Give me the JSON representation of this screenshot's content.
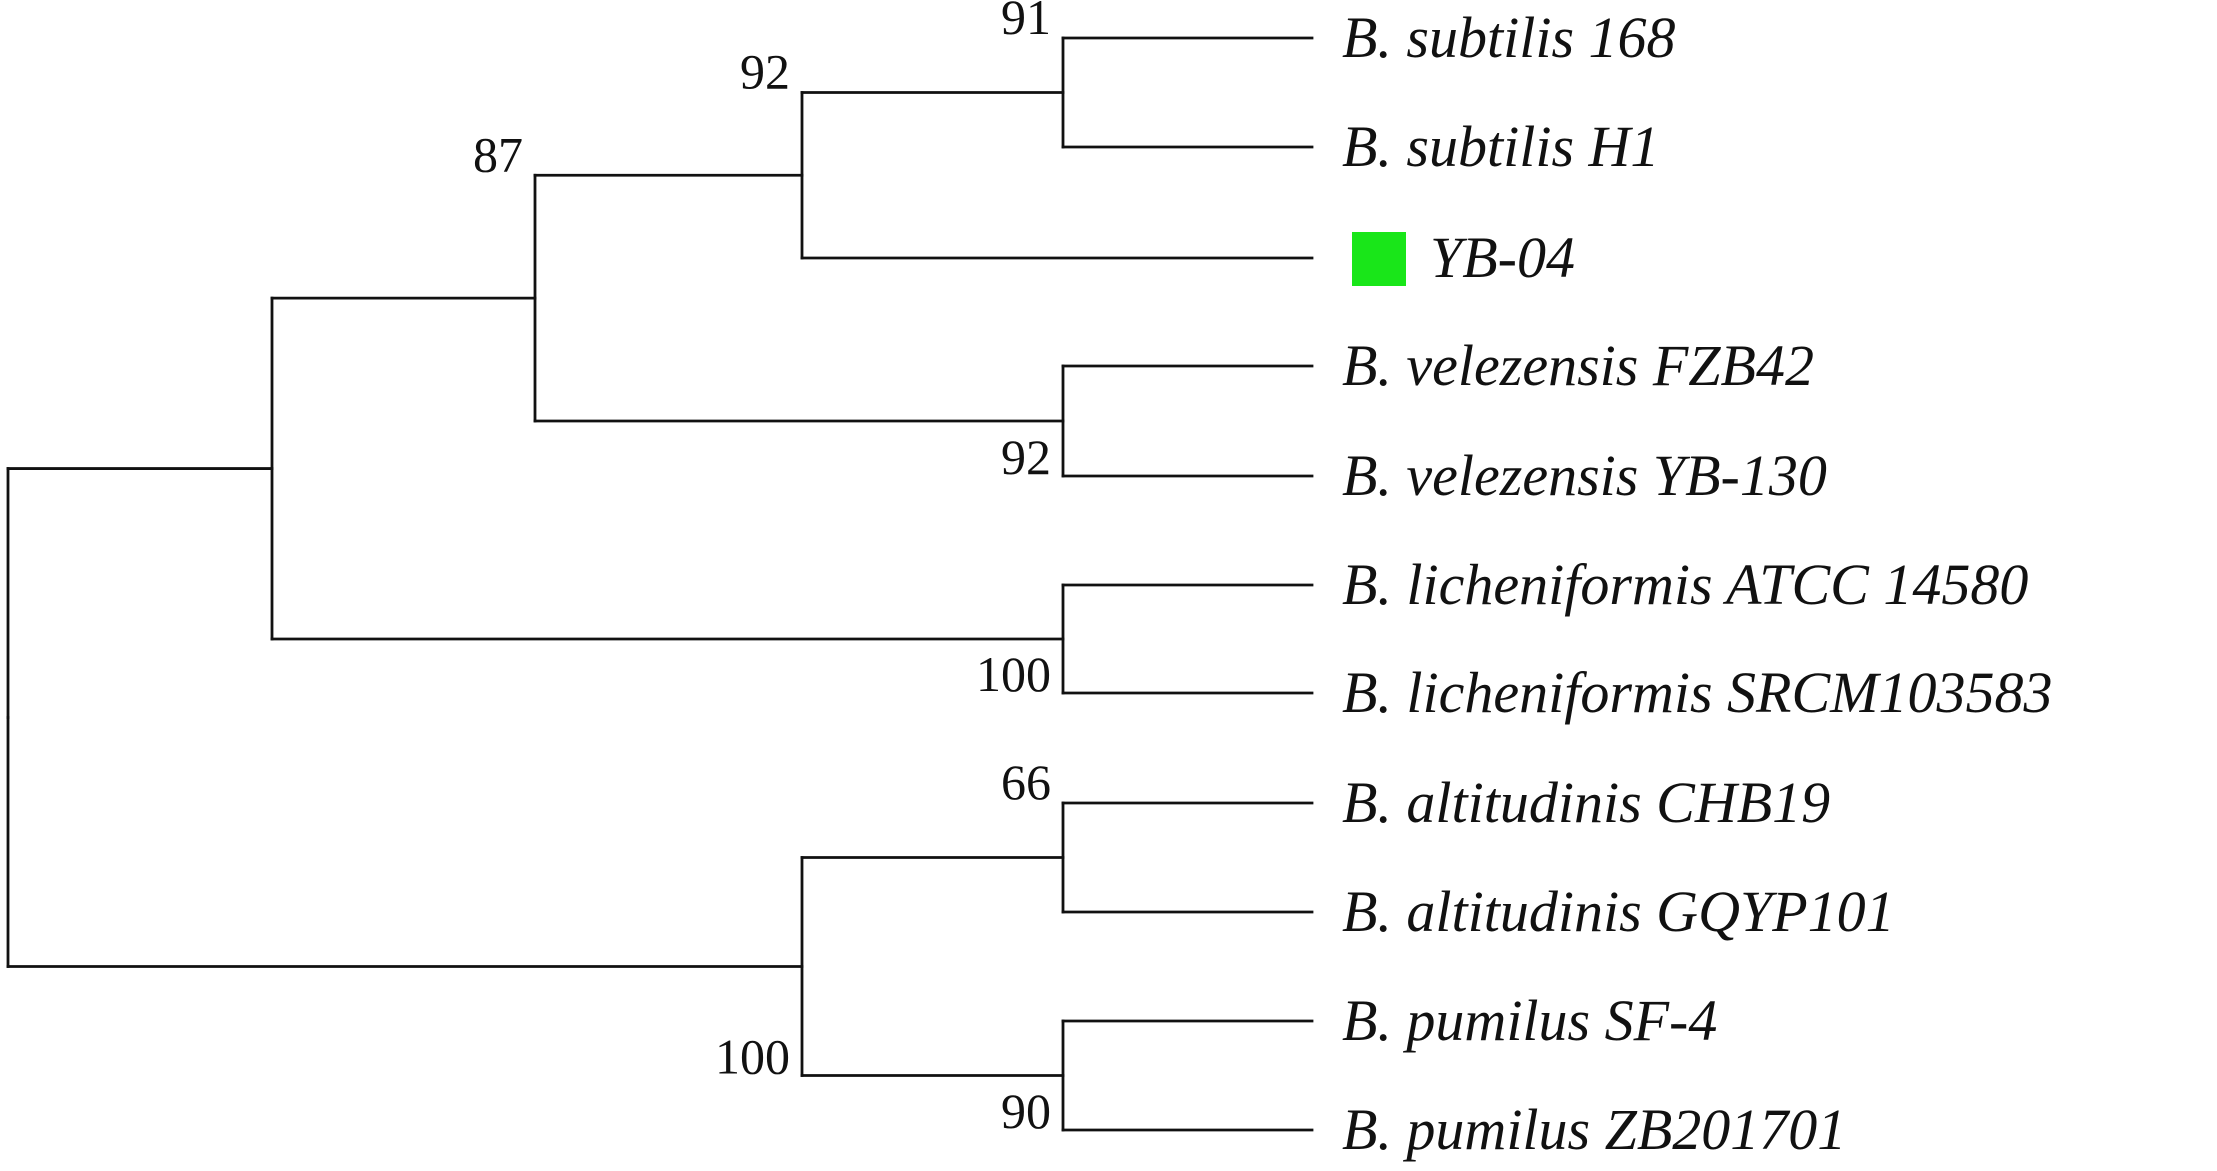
{
  "tree": {
    "marker_color": "#19e619",
    "leaves": [
      {
        "id": "subtilis168",
        "label": "B. subtilis 168"
      },
      {
        "id": "subtilisH1",
        "label": "B. subtilis H1"
      },
      {
        "id": "yb04",
        "label": "YB-04",
        "marker": "green-square"
      },
      {
        "id": "velezensisFZB42",
        "label": "B. velezensis FZB42"
      },
      {
        "id": "velezensisYB130",
        "label": "B. velezensis YB-130"
      },
      {
        "id": "licheniformisATCC",
        "label": "B. licheniformis ATCC 14580"
      },
      {
        "id": "licheniformisSRCM",
        "label": "B. licheniformis SRCM103583"
      },
      {
        "id": "altitudinisCHB19",
        "label": "B. altitudinis CHB19"
      },
      {
        "id": "altitudinisGQYP101",
        "label": "B. altitudinis GQYP101"
      },
      {
        "id": "pumilusSF4",
        "label": "B. pumilus SF-4"
      },
      {
        "id": "pumilusZB201701",
        "label": "B. pumilus ZB201701"
      }
    ],
    "clades": [
      {
        "id": "n_subtilis",
        "children": [
          "subtilis168",
          "subtilisH1"
        ],
        "support": "91"
      },
      {
        "id": "n_subtilis_yb04",
        "children": [
          "n_subtilis",
          "yb04"
        ],
        "support": "92"
      },
      {
        "id": "n_velezensis",
        "children": [
          "velezensisFZB42",
          "velezensisYB130"
        ],
        "support": "92"
      },
      {
        "id": "n_subtilis_velezensis",
        "children": [
          "n_subtilis_yb04",
          "n_velezensis"
        ],
        "support": "87"
      },
      {
        "id": "n_licheniformis",
        "children": [
          "licheniformisATCC",
          "licheniformisSRCM"
        ],
        "support": "100"
      },
      {
        "id": "n_upper",
        "children": [
          "n_subtilis_velezensis",
          "n_licheniformis"
        ]
      },
      {
        "id": "n_altitudinis",
        "children": [
          "altitudinisCHB19",
          "altitudinisGQYP101"
        ],
        "support": "66"
      },
      {
        "id": "n_pumilus",
        "children": [
          "pumilusSF4",
          "pumilusZB201701"
        ],
        "support": "90"
      },
      {
        "id": "n_lower",
        "children": [
          "n_altitudinis",
          "n_pumilus"
        ],
        "support": "100"
      },
      {
        "id": "root",
        "children": [
          "n_upper",
          "n_lower"
        ]
      }
    ]
  }
}
